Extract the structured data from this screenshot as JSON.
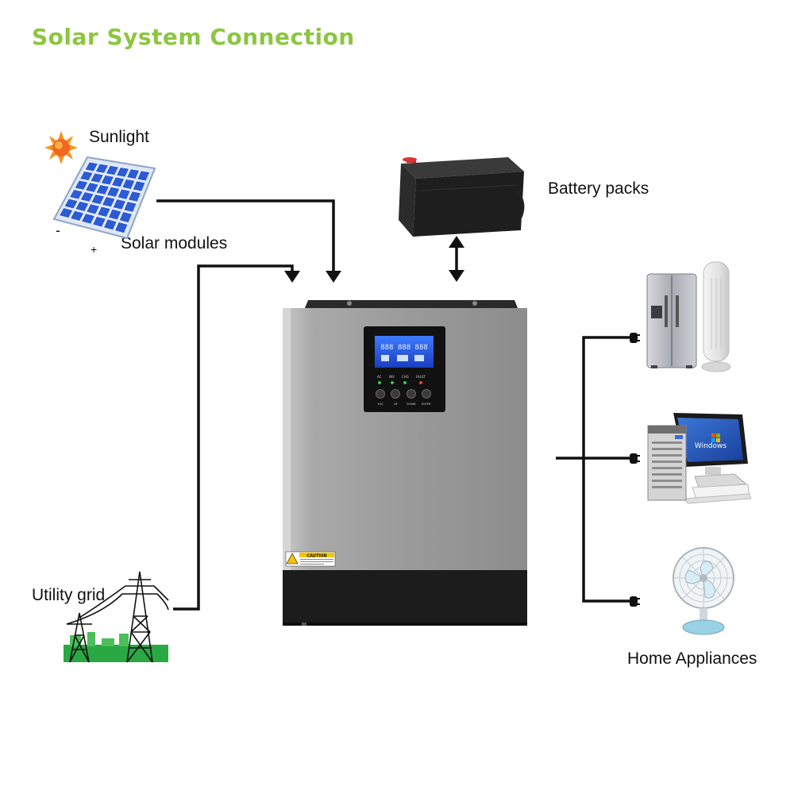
{
  "title": "Solar System Connection",
  "labels": {
    "sunlight": "Sunlight",
    "solar_modules": "Solar modules",
    "battery_packs": "Battery packs",
    "utility_grid": "Utility grid",
    "home_appliances": "Home Appliances",
    "minus": "-",
    "plus": "+"
  },
  "inverter": {
    "caution": "CAUTION",
    "lcd_text": "888 888 888",
    "indicators": [
      "AC",
      "INV",
      "CHG",
      "FAULT"
    ],
    "buttons": [
      "ESC",
      "UP",
      "DOWN",
      "ENTER"
    ]
  },
  "computer_screen_text": "Windows",
  "colors": {
    "title": "#8cc63f",
    "wire": "#111111",
    "lcd": "#1e4fd6",
    "panel_cell": "#2c5bd4"
  }
}
